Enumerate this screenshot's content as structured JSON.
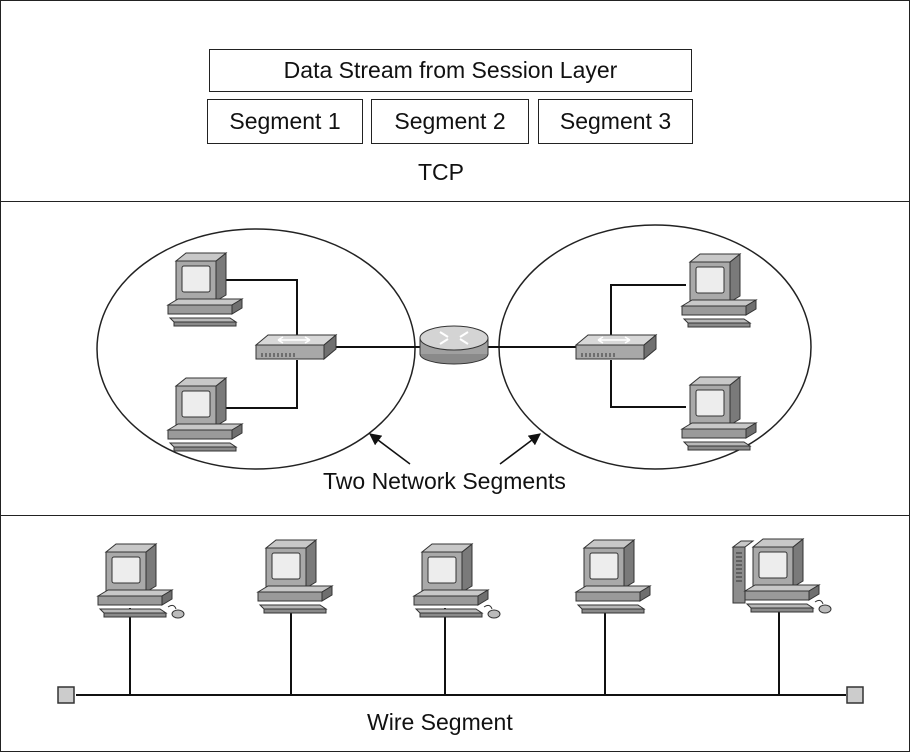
{
  "transport": {
    "data_stream_label": "Data Stream from Session Layer",
    "segments": [
      "Segment 1",
      "Segment 2",
      "Segment 3"
    ],
    "protocol_label": "TCP"
  },
  "network": {
    "caption": "Two Network Segments"
  },
  "physical": {
    "caption": "Wire Segment"
  },
  "icons": {
    "computer": "computer-icon",
    "switch": "switch-icon",
    "router": "router-icon",
    "terminator": "bus-terminator-icon"
  }
}
